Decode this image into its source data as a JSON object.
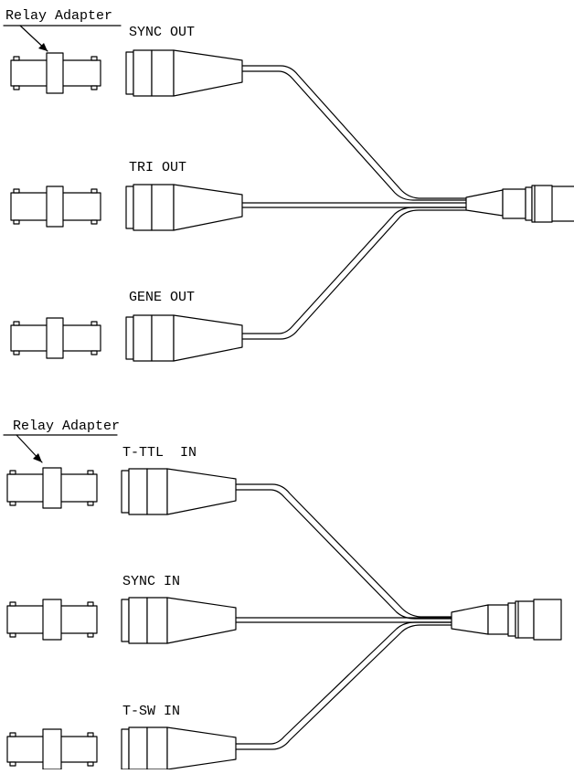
{
  "diagram": {
    "harnesses": [
      {
        "callout": "Relay Adapter",
        "ports": [
          {
            "label": "SYNC OUT"
          },
          {
            "label": "TRI OUT"
          },
          {
            "label": "GENE OUT"
          }
        ]
      },
      {
        "callout": "Relay Adapter",
        "ports": [
          {
            "label": "T-TTL  IN"
          },
          {
            "label": "SYNC IN"
          },
          {
            "label": "T-SW IN"
          }
        ]
      }
    ]
  }
}
